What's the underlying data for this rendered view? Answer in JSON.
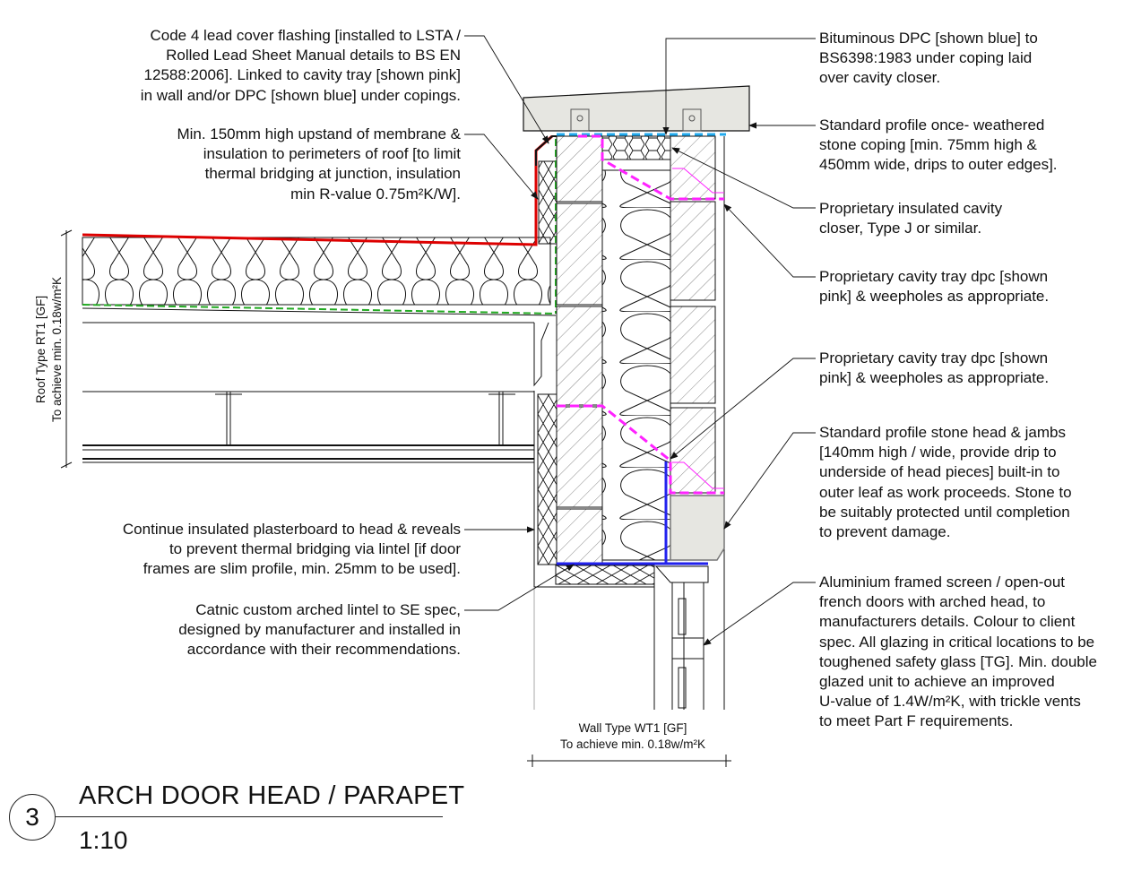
{
  "title": "ARCH DOOR HEAD / PARAPET",
  "scale": "1:10",
  "detail_number": "3",
  "roof_label": [
    "Roof Type RT1 [GF]",
    "To achieve min. 0.18w/m²K"
  ],
  "wall_label": [
    "Wall Type WT1 [GF]",
    "To achieve min. 0.18w/m²K"
  ],
  "colors": {
    "flashing": "#dd0000",
    "dpc_blue": "#2222ee",
    "dpc_dashed": "#22aaee",
    "tray_pink": "#ff22ff",
    "membrane_green": "#22aa22",
    "stone": "#e6e6e1"
  },
  "annotations_left": [
    {
      "id": "lead-flashing",
      "lines": [
        "Code 4 lead cover flashing [installed to LSTA /",
        "Rolled Lead Sheet Manual details to BS EN",
        "12588:2006]. Linked to cavity tray [shown pink]",
        "in wall and/or DPC [shown blue] under copings."
      ]
    },
    {
      "id": "membrane-upstand",
      "lines": [
        "Min. 150mm high upstand of membrane &",
        "insulation to perimeters of roof [to limit",
        "thermal bridging at junction, insulation",
        "min R-value 0.75m²K/W]."
      ]
    },
    {
      "id": "insulated-plasterboard",
      "lines": [
        "Continue insulated plasterboard to head & reveals",
        "to prevent thermal bridging via lintel [if door",
        "frames are slim profile, min. 25mm to be used]."
      ]
    },
    {
      "id": "catnic-lintel",
      "lines": [
        "Catnic custom arched lintel to SE spec,",
        "designed by manufacturer and installed in",
        "accordance with their recommendations."
      ]
    }
  ],
  "annotations_right": [
    {
      "id": "bituminous-dpc",
      "lines": [
        "Bituminous DPC [shown blue] to",
        "BS6398:1983 under coping laid",
        "over cavity closer."
      ]
    },
    {
      "id": "stone-coping",
      "lines": [
        "Standard profile once- weathered",
        "stone coping [min. 75mm high &",
        "450mm wide, drips to outer edges]."
      ]
    },
    {
      "id": "cavity-closer",
      "lines": [
        "Proprietary insulated cavity",
        "closer, Type J or similar."
      ]
    },
    {
      "id": "cavity-tray-1",
      "lines": [
        "Proprietary cavity tray dpc [shown",
        "pink] & weepholes as appropriate."
      ]
    },
    {
      "id": "cavity-tray-2",
      "lines": [
        "Proprietary cavity tray dpc [shown",
        "pink] & weepholes as appropriate."
      ]
    },
    {
      "id": "stone-head",
      "lines": [
        "Standard profile stone head & jambs",
        "[140mm high / wide, provide drip to",
        "underside of head pieces] built-in to",
        "outer leaf as work proceeds. Stone to",
        "be suitably protected until completion",
        "to prevent damage."
      ]
    },
    {
      "id": "aluminium-doors",
      "lines": [
        "Aluminium framed screen / open-out",
        "french doors with arched head, to",
        "manufacturers details. Colour to client",
        "spec. All glazing in critical locations to be",
        "toughened safety glass [TG]. Min. double",
        "glazed unit to achieve an improved",
        "U-value of 1.4W/m²K, with trickle vents",
        "to meet Part F requirements."
      ]
    }
  ]
}
